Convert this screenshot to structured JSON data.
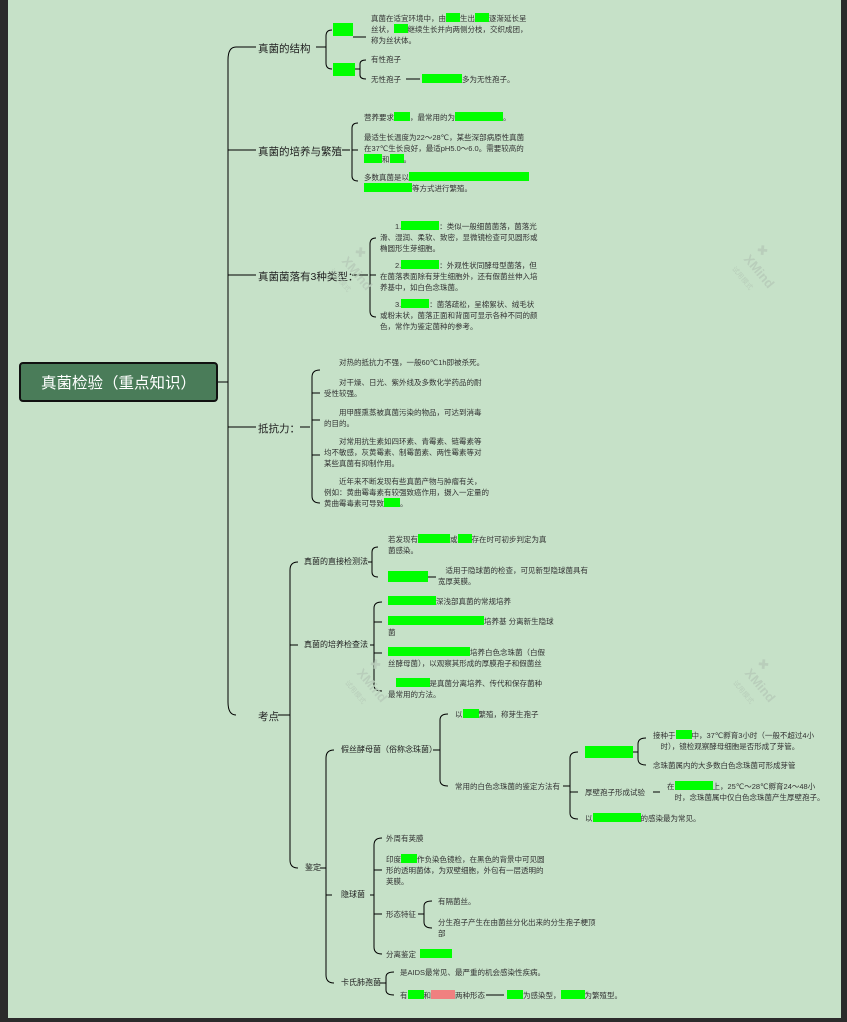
{
  "root": "真菌检验（重点知识）",
  "branches": {
    "structure": "真菌的结构",
    "culture": "真菌的培养与繁殖",
    "colony": "真菌菌落有3种类型：",
    "resistance": "抵抗力：",
    "exam": "考点"
  },
  "structure": {
    "hypha_1": "真菌在适宜环境中，由",
    "hypha_2": "生出",
    "hypha_3": "逐渐延长呈",
    "hypha_4": "丝状，",
    "hypha_5": "继续生长并向两侧分枝，交织成团，",
    "hypha_6": "称为丝状体。",
    "sexual": "有性孢子",
    "asexual": "无性孢子",
    "asexual_tail": "多为无性孢子。"
  },
  "culture": {
    "nutrition_1": "营养要求",
    "nutrition_2": "，最常用的为",
    "nutrition_3": "。",
    "temp_1": "最适生长温度为22～28℃，某些深部病原性真菌",
    "temp_2": "在37℃生长良好，最适pH5.0～6.0。需要较高的",
    "temp_3": "和",
    "temp_4": "。",
    "repro_1": "多数真菌是以",
    "repro_2": "等方式进行繁殖。"
  },
  "colony": {
    "c1_num": "1.",
    "c1_a": "：类似一般细菌菌落，菌落光",
    "c1_b": "滑、湿润、柔软、致密，显微镜检查可见圆形或",
    "c1_c": "椭圆形生芽细胞。",
    "c2_num": "2.",
    "c2_a": "：外观性状同酵母型菌落，但",
    "c2_b": "在菌落表面除有芽生细胞外，还有假菌丝伸入培",
    "c2_c": "养基中，如白色念珠菌。",
    "c3_num": "3.",
    "c3_a": "：菌落疏松，呈棉絮状、绒毛状",
    "c3_b": "或粉末状，菌落正面和背面可显示各种不同的颜",
    "c3_c": "色，常作为鉴定菌种的参考。"
  },
  "resistance": {
    "r1": "对热的抵抗力不强，一般60℃1h即被杀死。",
    "r2_a": "对干燥、日光、紫外线及多数化学药品的耐",
    "r2_b": "受性较强。",
    "r3_a": "用甲醛熏蒸被真菌污染的物品，可达到消毒",
    "r3_b": "的目的。",
    "r4_a": "对常用抗生素如四环素、青霉素、链霉素等",
    "r4_b": "均不敏感，灰黄霉素、制霉菌素、两性霉素等对",
    "r4_c": "某些真菌有抑制作用。",
    "r5_a": "近年来不断发现有些真菌产物与肿瘤有关，",
    "r5_b": "例如：黄曲霉毒素有较强致癌作用，摄入一定量的",
    "r5_c": "黄曲霉毒素可导致",
    "r5_d": "。"
  },
  "exam": {
    "direct": "真菌的直接检测法",
    "direct_1_a": "若发现有",
    "direct_1_b": "或",
    "direct_1_c": "存在时可初步判定为真",
    "direct_1_d": "菌感染。",
    "direct_2_a": "适用于隐球菌的检查，可见新型隐球菌具有",
    "direct_2_b": "宽厚荚膜。",
    "culture": "真菌的培养检查法",
    "cult_1": "深浅部真菌的常规培养",
    "cult_2_a": "培养基 分离新生隐球",
    "cult_2_b": "菌",
    "cult_3_a": "培养白色念珠菌（白假",
    "cult_3_b": "丝酵母菌），以观察其形成的厚膜孢子和假菌丝",
    "cult_4_a": "是真菌分离培养、传代和保存菌种",
    "cult_4_b": "最常用的方法。",
    "ident": "鉴定",
    "candida": "假丝酵母菌（俗称念珠菌）",
    "cand_1_a": "以",
    "cand_1_b": "繁殖，称芽生孢子",
    "cand_methods": "常用的白色念珠菌的鉴定方法有",
    "germ_1_a": "接种于",
    "germ_1_b": "中，37℃孵育3小时（一般不超过4小",
    "germ_1_c": "时），镜检观察酵母细胞是否形成了芽管。",
    "germ_2": "念珠菌属内的大多数白色念珠菌可形成芽管",
    "chlamy": "厚壁孢子形成试验",
    "chlamy_1_a": "在",
    "chlamy_1_b": "上，25℃～28℃孵育24～48小",
    "chlamy_1_c": "时，念珠菌属中仅白色念珠菌产生厚壁孢子。",
    "cand_3_a": "以",
    "cand_3_b": "的感染最为常见。",
    "crypto": "隐球菌",
    "crypto_1": "外周有荚膜",
    "crypto_2_a": "印度",
    "crypto_2_b": "作负染色镜检，在黑色的背景中可见圆",
    "crypto_2_c": "形的透明菌体，为双壁细胞，外包有一层透明的",
    "crypto_2_d": "荚膜。",
    "morph": "形态特征",
    "morph_1": "有隔菌丝。",
    "morph_2_a": "分生孢子产生在由菌丝分化出来的分生孢子梗顶",
    "morph_2_b": "部",
    "isolate": "分离鉴定",
    "pneumo": "卡氏肺孢菌",
    "pneumo_1": "是AIDS最常见、最严重的机会感染性疾病。",
    "pneumo_2_a": "有",
    "pneumo_2_b": "和",
    "pneumo_2_c": "两种形态",
    "pneumo_2_d": "为感染型，",
    "pneumo_2_e": "为繁殖型。"
  },
  "watermark": {
    "name": "XMind",
    "sub": "试用模式"
  },
  "colors": {
    "highlight": "#00ff00",
    "pink": "#f08080",
    "canvas": "#c6e1c8",
    "root_fill": "#4a7c59"
  }
}
